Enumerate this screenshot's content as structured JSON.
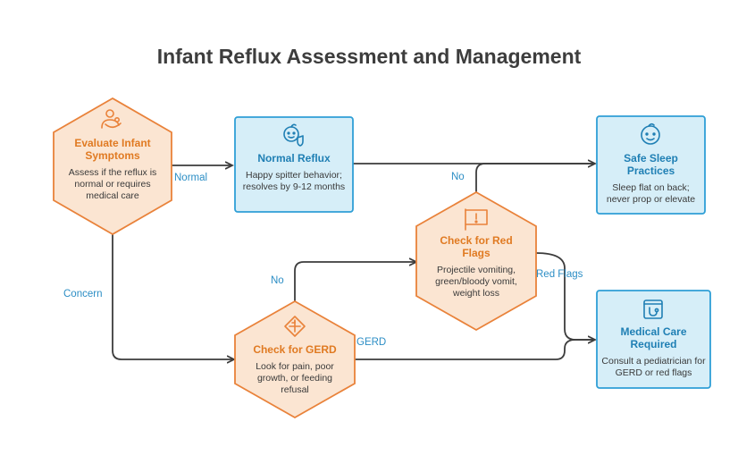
{
  "title": "Infant Reflux Assessment and Management",
  "colors": {
    "orange_fill": "#fbe5d2",
    "orange_stroke": "#e9823a",
    "orange_text": "#e07a22",
    "blue_fill": "#d6eef8",
    "blue_stroke": "#2f9fd6",
    "blue_text": "#1f7fb4",
    "line": "#3c3c3c",
    "edge_label": "#2c8ec5"
  },
  "nodes": {
    "evaluate": {
      "title": "Evaluate Infant Symptoms",
      "desc": "Assess if the reflux is normal or requires medical care",
      "icon": "baby-in-arms-icon"
    },
    "normal": {
      "title": "Normal Reflux",
      "desc": "Happy spitter behavior; resolves by 9-12 months",
      "icon": "baby-shield-icon"
    },
    "safe_sleep": {
      "title": "Safe Sleep Practices",
      "desc": "Sleep flat on back; never prop or elevate",
      "icon": "baby-face-icon"
    },
    "red_flags": {
      "title": "Check for Red Flags",
      "desc": "Projectile vomiting, green/bloody vomit, weight loss",
      "icon": "warning-flag-icon"
    },
    "gerd": {
      "title": "Check for GERD",
      "desc": "Look for pain, poor growth, or feeding refusal",
      "icon": "medical-cross-icon"
    },
    "medical": {
      "title": "Medical Care Required",
      "desc": "Consult a pediatrician for GERD or red flags",
      "icon": "stethoscope-icon"
    }
  },
  "edge_labels": {
    "normal": "Normal",
    "concern": "Concern",
    "no_top": "No",
    "no_mid": "No",
    "red_flags": "Red Flags",
    "gerd": "GERD"
  }
}
